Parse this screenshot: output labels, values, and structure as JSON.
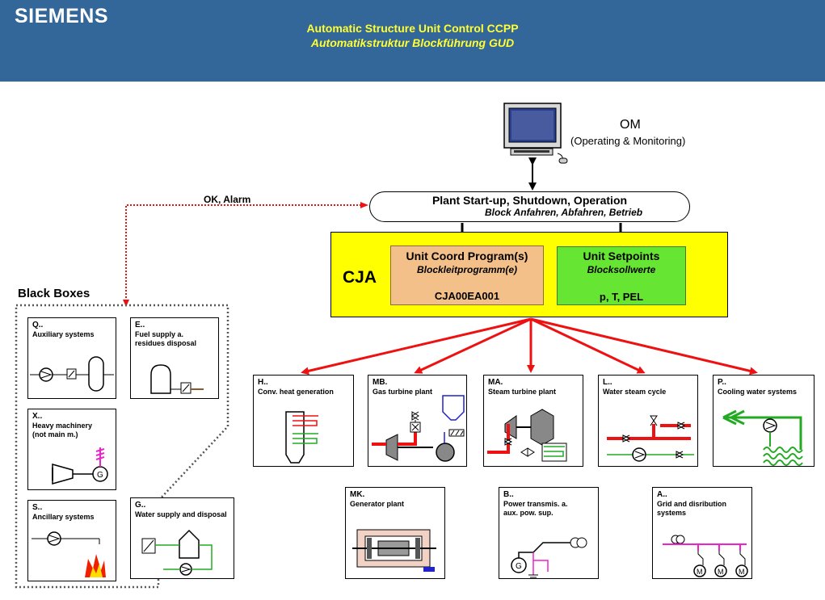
{
  "header": {
    "logo": "SIEMENS",
    "title_en": "Automatic Structure Unit Control CCPP",
    "title_de": "Automatikstruktur Blockführung GUD",
    "bg_color": "#336699",
    "title_color": "#ffff33"
  },
  "om": {
    "label": "OM",
    "sublabel": "(Operating & Monitoring)"
  },
  "plant_operation": {
    "label": "Plant Start-up, Shutdown, Operation",
    "sublabel": "Block  Anfahren, Abfahren, Betrieb"
  },
  "feedback_label": "OK, Alarm",
  "cja": {
    "label": "CJA",
    "coord": {
      "title": "Unit Coord Program(s)",
      "subtitle": "Blockleitprogramm(e)",
      "id": "CJA00EA001"
    },
    "setpoints": {
      "title": "Unit Setpoints",
      "subtitle": "Blocksollwerte",
      "values": "p, T, PEL"
    }
  },
  "black_boxes": {
    "title": "Black Boxes",
    "items": [
      {
        "code": "Q..",
        "desc": "Auxiliary systems"
      },
      {
        "code": "E..",
        "desc": "Fuel supply a.\nresidues disposal"
      },
      {
        "code": "X..",
        "desc": "Heavy machinery\n(not main m.)"
      },
      {
        "code": "S..",
        "desc": "Ancillary systems"
      },
      {
        "code": "G..",
        "desc": "Water supply and disposal"
      }
    ]
  },
  "subsystems": [
    {
      "code": "H..",
      "desc": "Conv. heat generation"
    },
    {
      "code": "MB.",
      "desc": "Gas turbine plant"
    },
    {
      "code": "MA.",
      "desc": "Steam turbine plant"
    },
    {
      "code": "L..",
      "desc": "Water steam cycle"
    },
    {
      "code": "P..",
      "desc": "Cooling water systems"
    }
  ],
  "lower_systems": [
    {
      "code": "MK.",
      "desc": "Generator plant"
    },
    {
      "code": "B..",
      "desc": "Power transmis. a.\naux. pow. sup."
    },
    {
      "code": "A..",
      "desc": "Grid and disribution\nsystems"
    }
  ],
  "symbols": {
    "generator_letter": "G",
    "motor_letter": "M"
  },
  "colors": {
    "cja_bg": "#ffff00",
    "coord_bg": "#f4c08a",
    "setpoint_bg": "#66e633",
    "arrow_red": "#ee1111"
  }
}
